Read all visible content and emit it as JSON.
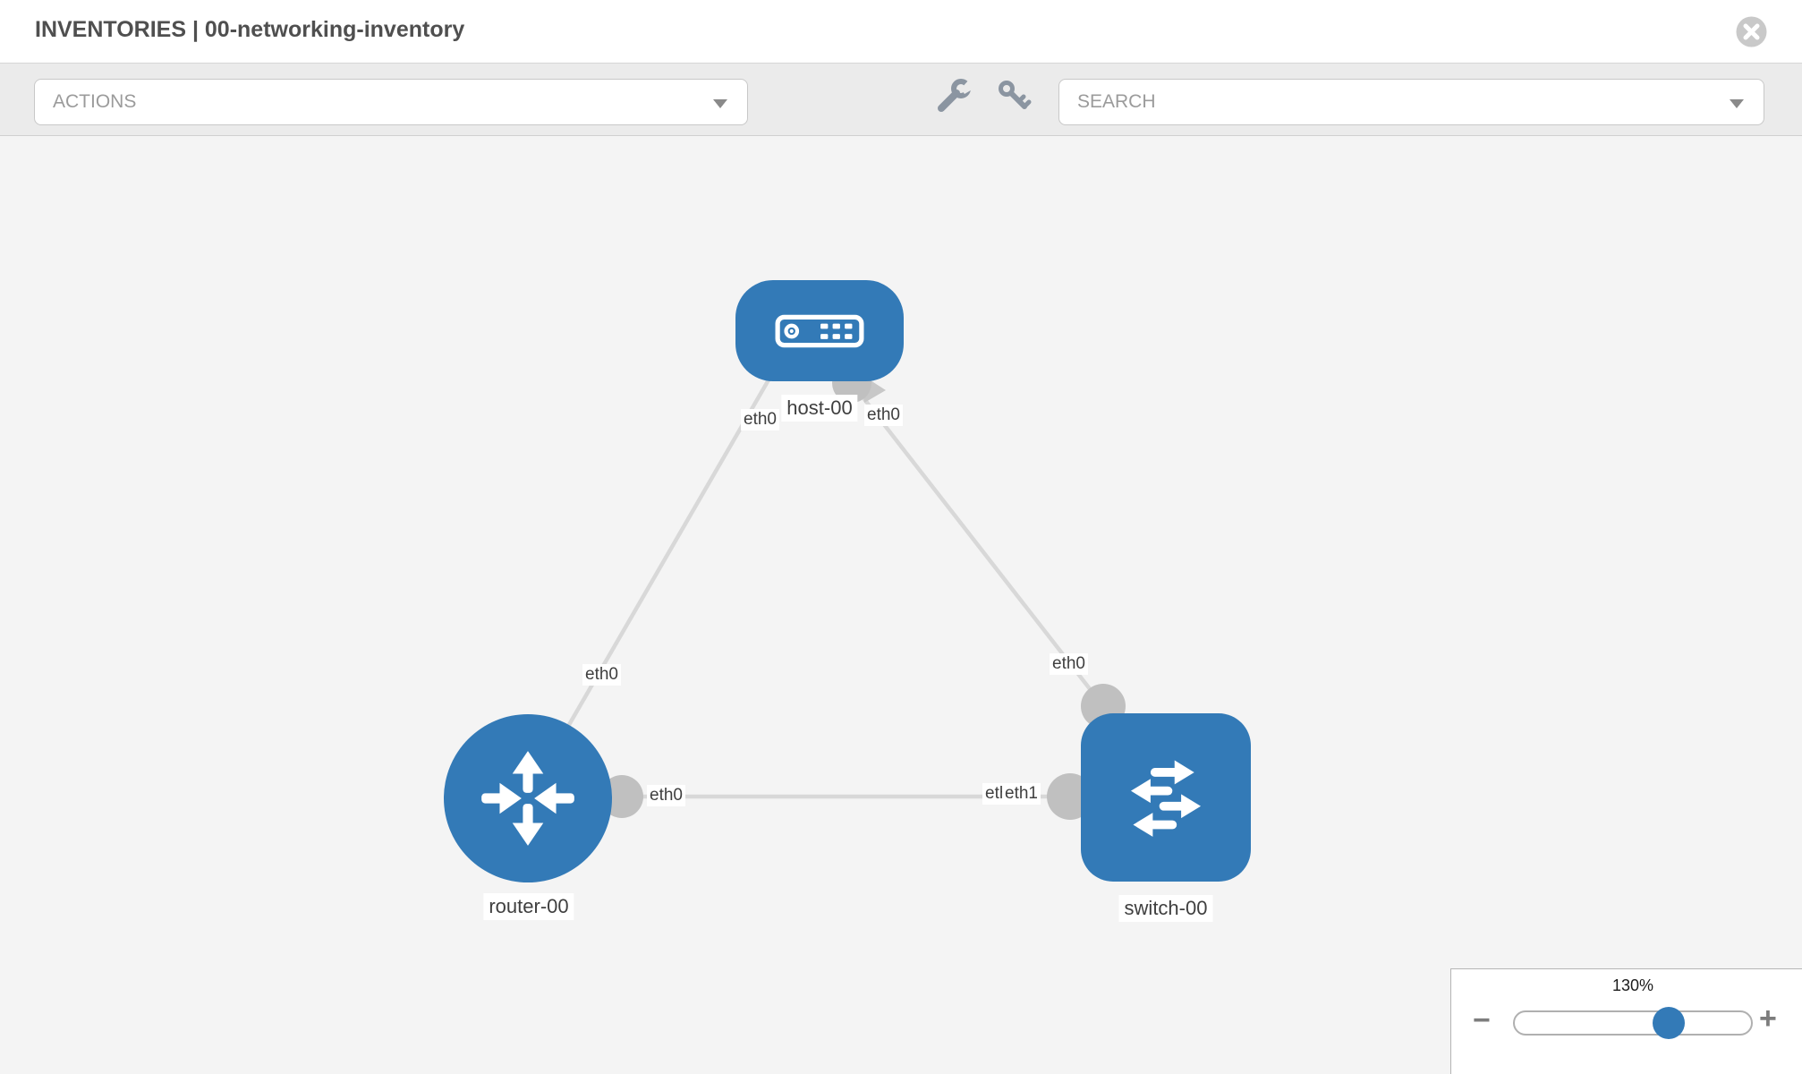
{
  "header": {
    "title": "INVENTORIES | 00-networking-inventory"
  },
  "toolbar": {
    "actions": {
      "placeholder": "ACTIONS"
    },
    "search": {
      "placeholder": "SEARCH"
    },
    "icons": [
      "wrench-icon",
      "key-icon"
    ]
  },
  "canvas": {
    "nodes": [
      {
        "label": "host-00",
        "type": "host",
        "icon": "host-icon"
      },
      {
        "label": "router-00",
        "type": "router",
        "icon": "router-icon"
      },
      {
        "label": "switch-00",
        "type": "switch",
        "icon": "switch-icon"
      }
    ],
    "links": [
      {
        "source": "host-00",
        "target": "router-00",
        "source_label": "eth0",
        "target_label": "eth0"
      },
      {
        "source": "host-00",
        "target": "switch-00",
        "source_label": "eth0",
        "target_label": "eth0"
      },
      {
        "source": "router-00",
        "target": "switch-00",
        "source_label": "eth0",
        "target_label": "eth1",
        "overlapped_label": "eth0"
      }
    ]
  },
  "zoom_control": {
    "level": "130%",
    "minus_label": "−",
    "plus_label": "+"
  },
  "colors": {
    "node_blue": "#337ab7",
    "link_gray": "#d8d8d8",
    "iface_gray": "#c0c0c0",
    "canvas_bg": "#f4f4f4",
    "toolbar_bg": "#ebebeb"
  }
}
